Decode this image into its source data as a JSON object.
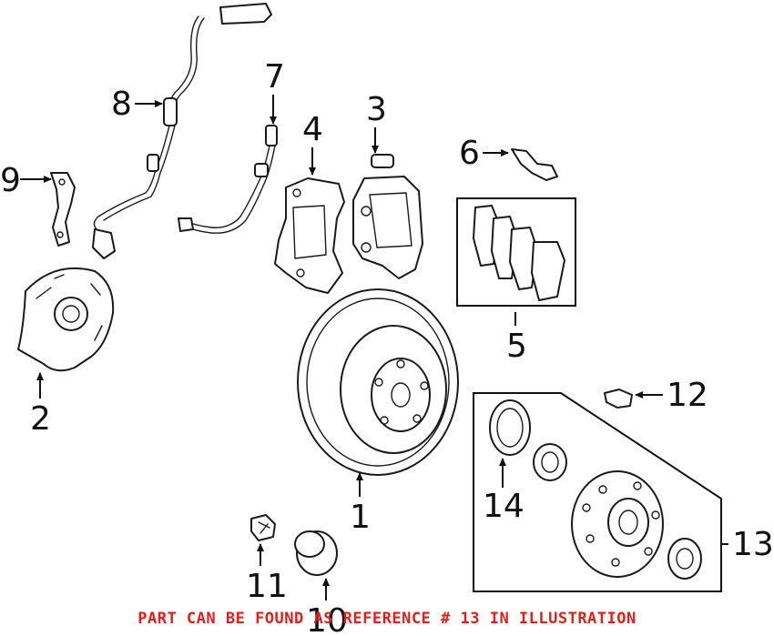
{
  "callouts": {
    "c1": "1",
    "c2": "2",
    "c3": "3",
    "c4": "4",
    "c5": "5",
    "c6": "6",
    "c7": "7",
    "c8": "8",
    "c9": "9",
    "c10": "10",
    "c11": "11",
    "c12": "12",
    "c13": "13",
    "c14": "14"
  },
  "note": "PART CAN BE FOUND AS REFERENCE # 13 IN ILLUSTRATION",
  "colors": {
    "note": "#e0201b",
    "line": "#1a1a1a"
  }
}
